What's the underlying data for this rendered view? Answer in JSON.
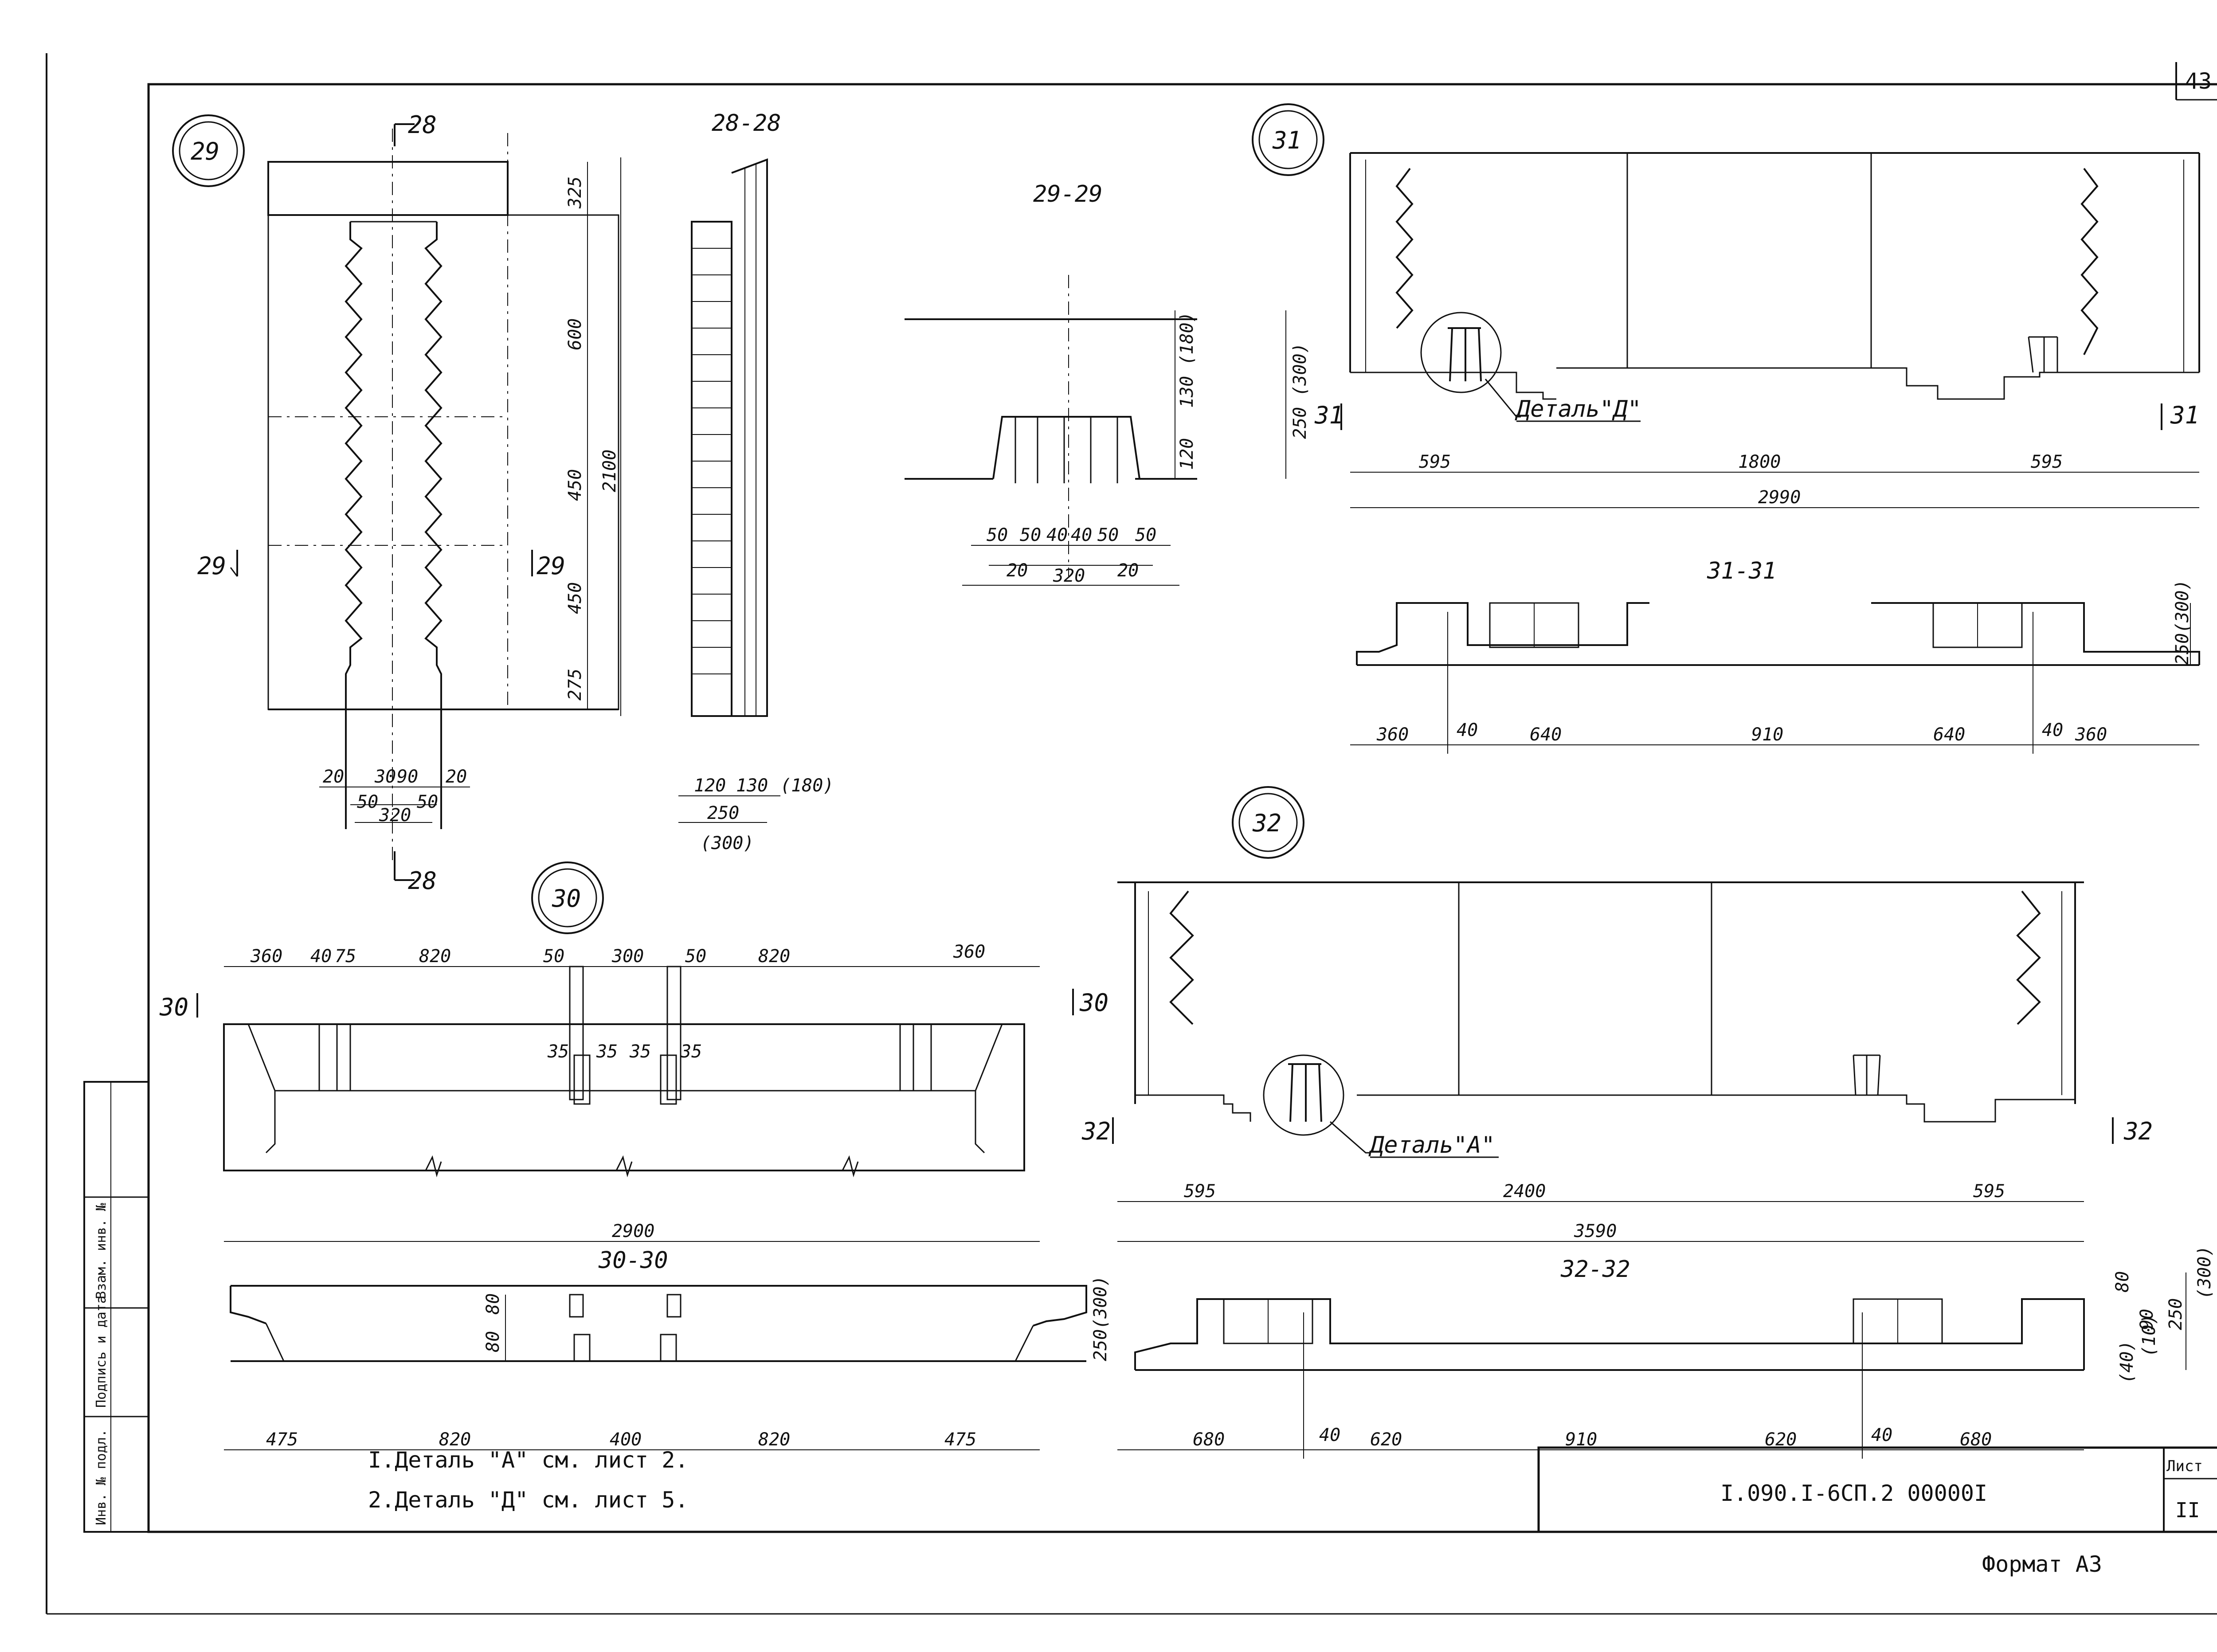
{
  "sheet": {
    "page_number": "43",
    "format": "Формат А3",
    "document_code": "I.090.I-6СП.2  00000I",
    "sheet_label": "Лист",
    "sheet_number": "II",
    "side_stamp": [
      "Инв. № подл.",
      "Подпись и дата",
      "Взам. инв. №"
    ],
    "notes": [
      "I.Деталь \"А\" см. лист 2.",
      "2.Деталь \"Д\" см. лист 5."
    ]
  },
  "views": {
    "v29": {
      "marker": "29",
      "cut_label": "28",
      "side_label": "29",
      "height_dims": [
        "325",
        "600",
        "450",
        "450",
        "275"
      ],
      "total_height": "2100",
      "width_dims": [
        "20",
        "30",
        "90",
        "20"
      ],
      "sub_dims": [
        "50",
        "50"
      ],
      "total_width": "320"
    },
    "v28_28": {
      "title": "28-28",
      "dims": [
        "120",
        "130",
        "(180)"
      ],
      "total": "250",
      "total_alt": "(300)"
    },
    "v29_29": {
      "title": "29-29",
      "height_dims": [
        "130 (180)",
        "120"
      ],
      "total_height": "250 (300)",
      "width_dims": [
        "50",
        "50",
        "40",
        "40",
        "50",
        "50"
      ],
      "sub_dims": [
        "20",
        "20"
      ],
      "total_width": "320"
    },
    "v31": {
      "marker": "31",
      "cut_label": "31",
      "detail_callout": "Деталь\"Д\"",
      "dims": [
        "595",
        "1800",
        "595"
      ],
      "total": "2990"
    },
    "v31_31": {
      "title": "31-31",
      "dims": [
        "360",
        "40",
        "640",
        "910",
        "640",
        "40",
        "360"
      ],
      "height": "250(300)"
    },
    "v32": {
      "marker": "32",
      "cut_label": "32",
      "detail_callout": "Деталь\"А\"",
      "dims": [
        "595",
        "2400",
        "595"
      ],
      "total": "3590"
    },
    "v32_32": {
      "title": "32-32",
      "dims": [
        "680",
        "40",
        "620",
        "910",
        "620",
        "40",
        "680"
      ],
      "height_dims": [
        "80",
        "(40)",
        "90",
        "(10)"
      ],
      "total_height": "250",
      "total_alt": "(300)"
    },
    "v30": {
      "marker": "30",
      "cut_label": "30",
      "top_dims": [
        "360",
        "40",
        "75",
        "820",
        "50",
        "300",
        "50",
        "820",
        "360"
      ],
      "inner_dims": [
        "35",
        "35",
        "35",
        "35"
      ],
      "total": "2900"
    },
    "v30_30": {
      "title": "30-30",
      "dims": [
        "475",
        "820",
        "400",
        "820",
        "475"
      ],
      "height_dims": [
        "80",
        "80"
      ],
      "height": "250(300)"
    }
  }
}
